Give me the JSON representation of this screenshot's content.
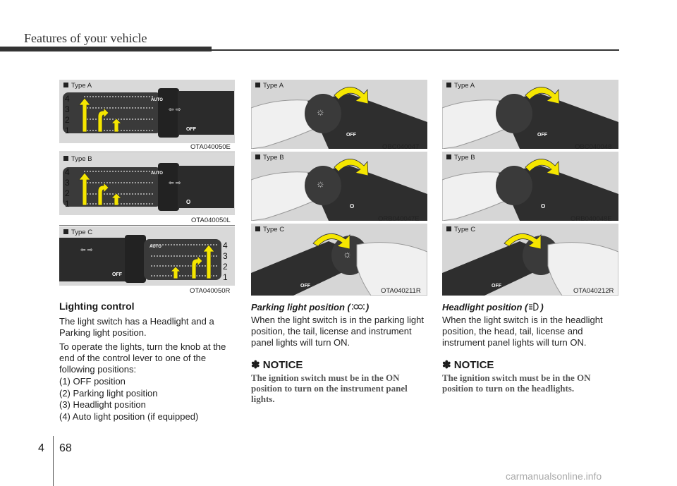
{
  "header": {
    "title": "Features of your vehicle"
  },
  "figures": {
    "left": [
      {
        "type": "Type A",
        "code": "OTA040050E",
        "positions": [
          "4",
          "3",
          "2",
          "1"
        ],
        "off": "OFF",
        "auto": "AUTO"
      },
      {
        "type": "Type B",
        "code": "OTA040050L",
        "positions": [
          "4",
          "3",
          "2",
          "1"
        ],
        "off": "O",
        "auto": "AUTO"
      },
      {
        "type": "Type C",
        "code": "OTA040050R",
        "positions": [
          "4",
          "3",
          "2",
          "1"
        ],
        "off": "OFF",
        "auto": "AUTO"
      }
    ],
    "middle": [
      {
        "type": "Type A",
        "code": "OBC040047",
        "off": "OFF"
      },
      {
        "type": "Type B",
        "code": "ORB040047E",
        "off": "O"
      },
      {
        "type": "Type C",
        "code": "OTA040211R",
        "off": "OFF"
      }
    ],
    "right": [
      {
        "type": "Type A",
        "code": "OBC040048",
        "off": "OFF"
      },
      {
        "type": "Type B",
        "code": "ORB040048E",
        "off": "O"
      },
      {
        "type": "Type C",
        "code": "OTA040212R",
        "off": "OFF"
      }
    ]
  },
  "left_text": {
    "heading": "Lighting control",
    "p1": "The light switch has a Headlight and a Parking light position.",
    "p2": "To operate the lights, turn the knob at the end of the control lever to one of the following positions:",
    "items": [
      "(1) OFF position",
      "(2) Parking light position",
      "(3) Headlight position",
      "(4) Auto light position (if equipped)"
    ]
  },
  "middle_text": {
    "heading_prefix": "Parking light position (",
    "heading_suffix": ")",
    "body": "When the light switch is in the parking light position, the tail, license and instrument panel lights will turn ON.",
    "notice_title": "✽ NOTICE",
    "notice_body": "The ignition switch must be in the ON position to turn on the instrument panel lights."
  },
  "right_text": {
    "heading_prefix": "Headlight position (",
    "heading_suffix": ")",
    "body": "When the light switch is in the headlight position, the head, tail, license and instrument panel lights will turn ON.",
    "notice_title": "✽ NOTICE",
    "notice_body": "The ignition switch must be in the ON position to turn on the headlights."
  },
  "footer": {
    "chapter": "4",
    "page": "68",
    "watermark": "carmanualsonline.info"
  },
  "colors": {
    "arrow_yellow": "#f5e600",
    "lever_dark": "#2b2b2b",
    "figure_bg": "#d9d9d9"
  }
}
